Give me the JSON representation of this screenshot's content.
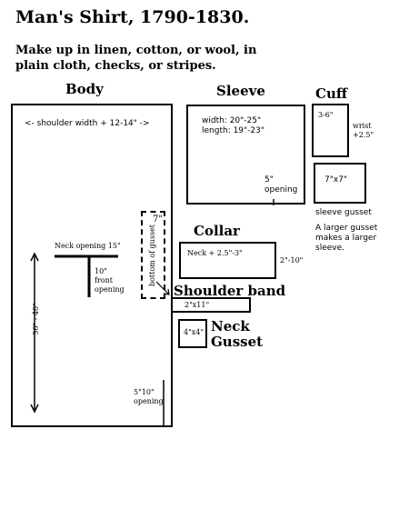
{
  "title": "Man's Shirt, 1790-1830.",
  "subtitle": "Make up in linen, cotton, or wool, in plain cloth, checks, or stripes.",
  "body": {
    "heading": "Body",
    "shoulder_width": "<- shoulder width + 12-14\" ->",
    "neck_opening": "Neck opening 15\"",
    "front_opening": "10\"\nfront\nopening",
    "length": "36\" - 40\"",
    "side_opening": "5\"10\"\nopening",
    "gusset_label": "bottom of gusset",
    "gusset_size": "7\""
  },
  "sleeve": {
    "heading": "Sleeve",
    "dimensions": "width: 20\"-25\"\nlength: 19\"-23\"",
    "opening": "5\"\nopening"
  },
  "cuff": {
    "heading": "Cuff",
    "height": "3-6\"",
    "wrist": "wrist\n+2.5\""
  },
  "sleeve_gusset": {
    "size": "7\"x7\"",
    "label": "sleeve gusset",
    "note": "A larger gusset\nmakes a larger\nsleeve."
  },
  "collar": {
    "heading": "Collar",
    "length": "Neck + 2.5\"-3\"",
    "height": "2\"-10\""
  },
  "shoulder_band": {
    "heading": "Shoulder band",
    "size": "2\"x11\""
  },
  "neck_gusset": {
    "heading": "Neck\nGusset",
    "size": "4\"x4\""
  }
}
